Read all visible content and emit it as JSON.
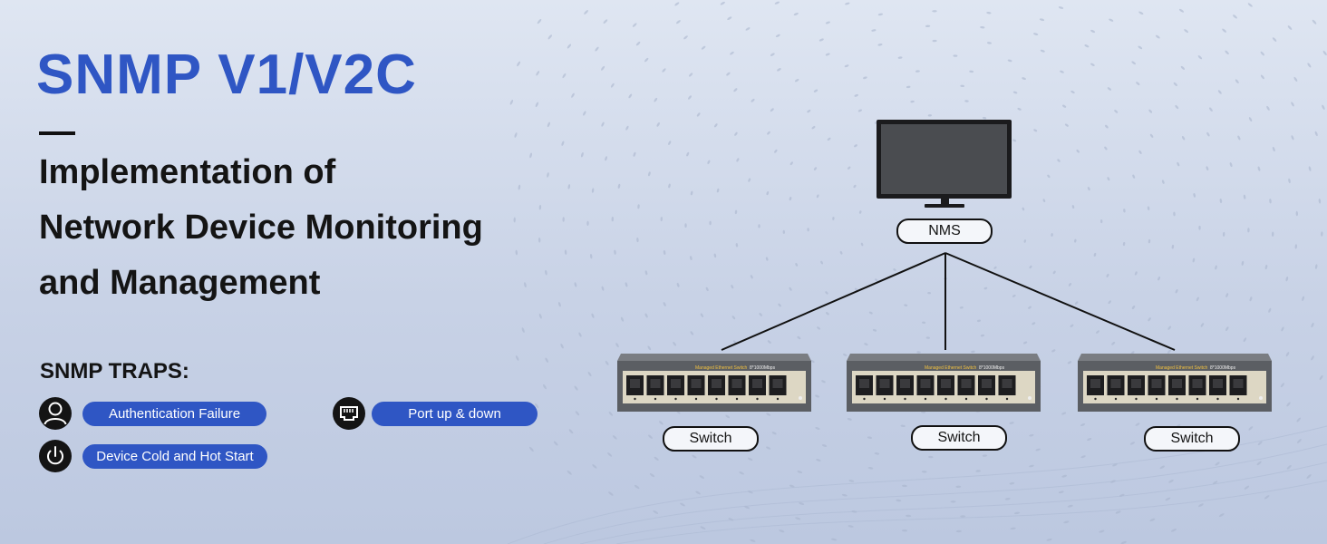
{
  "title": "SNMP V1/V2C",
  "subtitle_lines": [
    "Implementation of",
    "Network Device Monitoring",
    "and Management"
  ],
  "traps": {
    "heading": "SNMP TRAPS:",
    "items": [
      {
        "label": "Authentication Failure",
        "icon": "user-icon"
      },
      {
        "label": "Port up & down",
        "icon": "ethernet-port-icon"
      },
      {
        "label": "Device Cold and Hot Start",
        "icon": "power-icon"
      }
    ]
  },
  "diagram": {
    "nms_label": "NMS",
    "switch_labels": [
      "Switch",
      "Switch",
      "Switch"
    ],
    "switch_panel_text": [
      "Managed Ethernet Switch",
      "8*1000Mbps"
    ]
  },
  "colors": {
    "accent": "#2f56c4",
    "text": "#141414",
    "background": "#d3dbeb",
    "device_body": "#5b5e63"
  }
}
